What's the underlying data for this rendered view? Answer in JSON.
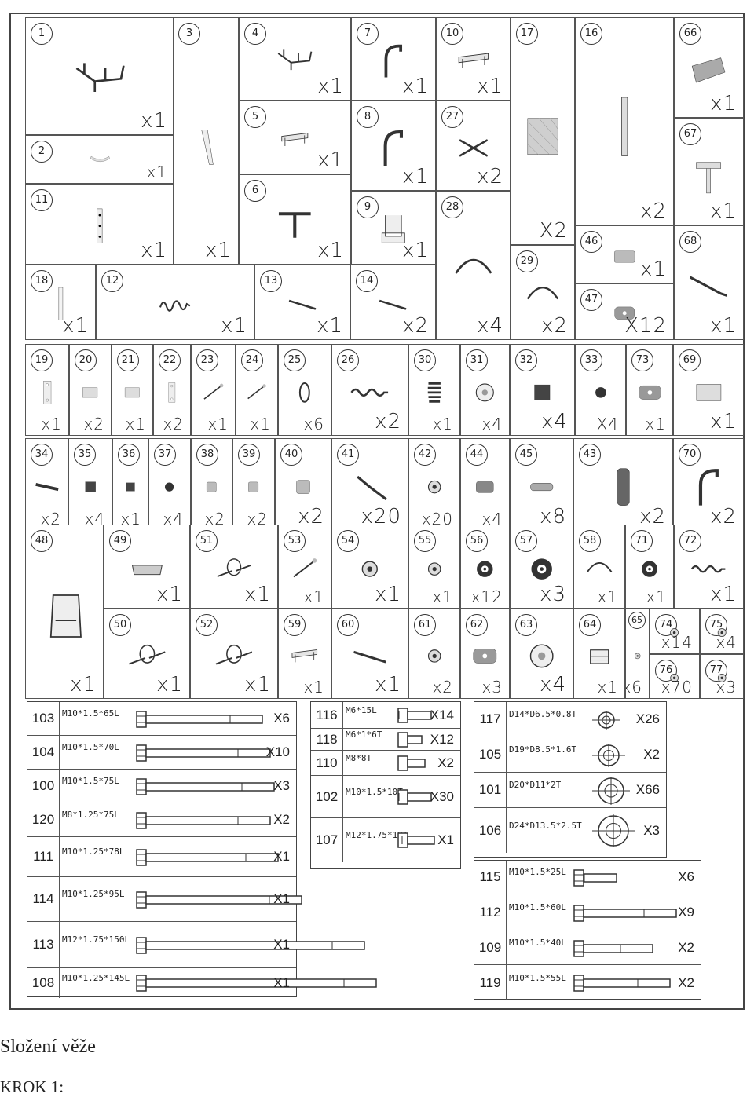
{
  "parts": [
    {
      "n": "1",
      "q": "x1",
      "k": "frame"
    },
    {
      "n": "2",
      "q": "x1",
      "k": "curved"
    },
    {
      "n": "11",
      "q": "x1",
      "k": "post"
    },
    {
      "n": "3",
      "q": "x1",
      "k": "column"
    },
    {
      "n": "4",
      "q": "x1",
      "k": "frame"
    },
    {
      "n": "5",
      "q": "x1",
      "k": "bracket"
    },
    {
      "n": "6",
      "q": "x1",
      "k": "tbar"
    },
    {
      "n": "7",
      "q": "x1",
      "k": "hook"
    },
    {
      "n": "8",
      "q": "x1",
      "k": "hook"
    },
    {
      "n": "9",
      "q": "x1",
      "k": "carriage"
    },
    {
      "n": "10",
      "q": "x1",
      "k": "bracket"
    },
    {
      "n": "27",
      "q": "x2",
      "k": "cross"
    },
    {
      "n": "28",
      "q": "x4",
      "k": "clamp"
    },
    {
      "n": "17",
      "q": "X2",
      "k": "mesh"
    },
    {
      "n": "29",
      "q": "x2",
      "k": "clamp"
    },
    {
      "n": "16",
      "q": "x2",
      "k": "rod"
    },
    {
      "n": "46",
      "q": "x1",
      "k": "block"
    },
    {
      "n": "47",
      "q": "X12",
      "k": "plate"
    },
    {
      "n": "66",
      "q": "x1",
      "k": "pad"
    },
    {
      "n": "67",
      "q": "x1",
      "k": "seatpost"
    },
    {
      "n": "68",
      "q": "x1",
      "k": "handle"
    },
    {
      "n": "18",
      "q": "x1",
      "k": "vpole"
    },
    {
      "n": "12",
      "q": "x1",
      "k": "curlbar"
    },
    {
      "n": "13",
      "q": "x1",
      "k": "shaft"
    },
    {
      "n": "14",
      "q": "x2",
      "k": "shaft"
    },
    {
      "n": "19",
      "q": "x1",
      "k": "link"
    },
    {
      "n": "20",
      "q": "x2",
      "k": "clip"
    },
    {
      "n": "21",
      "q": "x1",
      "k": "clip"
    },
    {
      "n": "22",
      "q": "x2",
      "k": "link"
    },
    {
      "n": "23",
      "q": "x1",
      "k": "pin"
    },
    {
      "n": "24",
      "q": "x1",
      "k": "pin"
    },
    {
      "n": "25",
      "q": "x6",
      "k": "ring"
    },
    {
      "n": "26",
      "q": "x2",
      "k": "chain"
    },
    {
      "n": "30",
      "q": "x1",
      "k": "spring"
    },
    {
      "n": "31",
      "q": "x4",
      "k": "pulley"
    },
    {
      "n": "32",
      "q": "x4",
      "k": "cube"
    },
    {
      "n": "33",
      "q": "X4",
      "k": "dot"
    },
    {
      "n": "73",
      "q": "x1",
      "k": "plate"
    },
    {
      "n": "69",
      "q": "x1",
      "k": "clip"
    },
    {
      "n": "34",
      "q": "x2",
      "k": "wrench"
    },
    {
      "n": "35",
      "q": "x4",
      "k": "cube"
    },
    {
      "n": "36",
      "q": "x1",
      "k": "cube"
    },
    {
      "n": "37",
      "q": "x4",
      "k": "dot"
    },
    {
      "n": "38",
      "q": "x2",
      "k": "cap"
    },
    {
      "n": "39",
      "q": "x2",
      "k": "cap"
    },
    {
      "n": "40",
      "q": "x2",
      "k": "cap"
    },
    {
      "n": "41",
      "q": "x20",
      "k": "lever"
    },
    {
      "n": "42",
      "q": "x20",
      "k": "nut"
    },
    {
      "n": "44",
      "q": "x4",
      "k": "roller"
    },
    {
      "n": "45",
      "q": "x8",
      "k": "tube"
    },
    {
      "n": "43",
      "q": "x2",
      "k": "grip"
    },
    {
      "n": "70",
      "q": "x2",
      "k": "hook"
    },
    {
      "n": "48",
      "q": "x1",
      "k": "backrest"
    },
    {
      "n": "49",
      "q": "x1",
      "k": "seat"
    },
    {
      "n": "50",
      "q": "x1",
      "k": "cable"
    },
    {
      "n": "51",
      "q": "x1",
      "k": "cable"
    },
    {
      "n": "52",
      "q": "x1",
      "k": "cable"
    },
    {
      "n": "53",
      "q": "x1",
      "k": "pin"
    },
    {
      "n": "54",
      "q": "x1",
      "k": "nut"
    },
    {
      "n": "55",
      "q": "x1",
      "k": "nut"
    },
    {
      "n": "56",
      "q": "x12",
      "k": "wheel"
    },
    {
      "n": "57",
      "q": "x3",
      "k": "wheel"
    },
    {
      "n": "58",
      "q": "x1",
      "k": "clamp"
    },
    {
      "n": "71",
      "q": "x1",
      "k": "wheel"
    },
    {
      "n": "72",
      "q": "x1",
      "k": "chain"
    },
    {
      "n": "59",
      "q": "x1",
      "k": "bracket"
    },
    {
      "n": "60",
      "q": "x1",
      "k": "shaft"
    },
    {
      "n": "61",
      "q": "x2",
      "k": "nut"
    },
    {
      "n": "62",
      "q": "x3",
      "k": "plate"
    },
    {
      "n": "63",
      "q": "x4",
      "k": "pulley"
    },
    {
      "n": "64",
      "q": "x1",
      "k": "box"
    },
    {
      "n": "65",
      "q": "x6",
      "k": "nut"
    },
    {
      "n": "74",
      "q": "x14",
      "k": "nut"
    },
    {
      "n": "75",
      "q": "x4",
      "k": "nut"
    },
    {
      "n": "76",
      "q": "x70",
      "k": "nut"
    },
    {
      "n": "77",
      "q": "x3",
      "k": "nut"
    }
  ],
  "bolts_left": [
    {
      "n": "103",
      "spec": "M10*1.5*65L",
      "q": "X6"
    },
    {
      "n": "104",
      "spec": "M10*1.5*70L",
      "q": "X10"
    },
    {
      "n": "100",
      "spec": "M10*1.5*75L",
      "q": "X3"
    },
    {
      "n": "120",
      "spec": "M8*1.25*75L",
      "q": "X2"
    },
    {
      "n": "111",
      "spec": "M10*1.25*78L",
      "q": "X1"
    },
    {
      "n": "114",
      "spec": "M10*1.25*95L",
      "q": "X1"
    },
    {
      "n": "113",
      "spec": "M12*1.75*150L",
      "q": "X1"
    },
    {
      "n": "108",
      "spec": "M10*1.25*145L",
      "q": "X1"
    }
  ],
  "bolts_mid": [
    {
      "n": "116",
      "spec": "M6*15L",
      "q": "X14"
    },
    {
      "n": "118",
      "spec": "M6*1*6T",
      "q": "X12"
    },
    {
      "n": "110",
      "spec": "M8*8T",
      "q": "X2"
    },
    {
      "n": "102",
      "spec": "M10*1.5*10T",
      "q": "X30"
    },
    {
      "n": "107",
      "spec": "M12*1.75*12T",
      "q": "X1"
    }
  ],
  "washers": [
    {
      "n": "117",
      "spec": "D14*D6.5*0.8T",
      "q": "X26"
    },
    {
      "n": "105",
      "spec": "D19*D8.5*1.6T",
      "q": "X2"
    },
    {
      "n": "101",
      "spec": "D20*D11*2T",
      "q": "X66"
    },
    {
      "n": "106",
      "spec": "D24*D13.5*2.5T",
      "q": "X3"
    }
  ],
  "bolts_right": [
    {
      "n": "115",
      "spec": "M10*1.5*25L",
      "q": "X6"
    },
    {
      "n": "112",
      "spec": "M10*1.5*60L",
      "q": "X9"
    },
    {
      "n": "109",
      "spec": "M10*1.5*40L",
      "q": "X2"
    },
    {
      "n": "119",
      "spec": "M10*1.5*55L",
      "q": "X2"
    }
  ],
  "caption": "Složení věže",
  "step": "KROK 1:"
}
